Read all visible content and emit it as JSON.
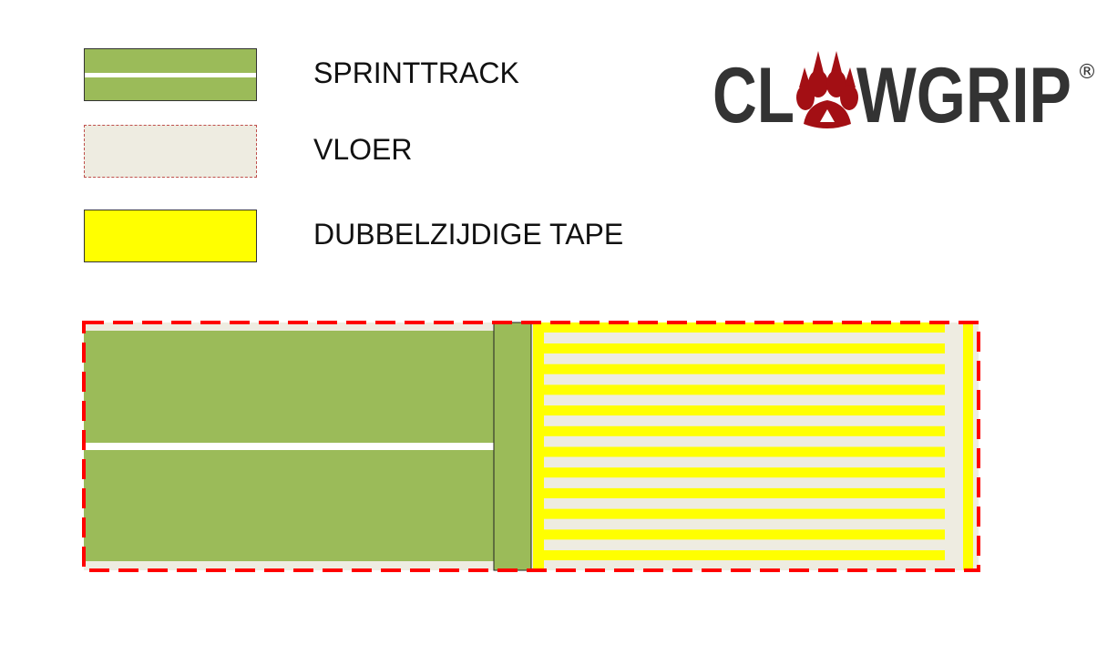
{
  "legend": {
    "items": [
      {
        "label": "SPRINTTRACK"
      },
      {
        "label": "VLOER"
      },
      {
        "label": "DUBBELZIJDIGE TAPE"
      }
    ]
  },
  "logo": {
    "text_left": "CL",
    "text_right": "WGRIP",
    "registered": "®"
  },
  "colors": {
    "track": "#9bbb59",
    "floor": "#eeece1",
    "tape": "#ffff00",
    "border_dash": "#ff0000",
    "logo_text": "#333333",
    "logo_paw": "#a30f14"
  },
  "tape_strips": {
    "count": 12
  }
}
